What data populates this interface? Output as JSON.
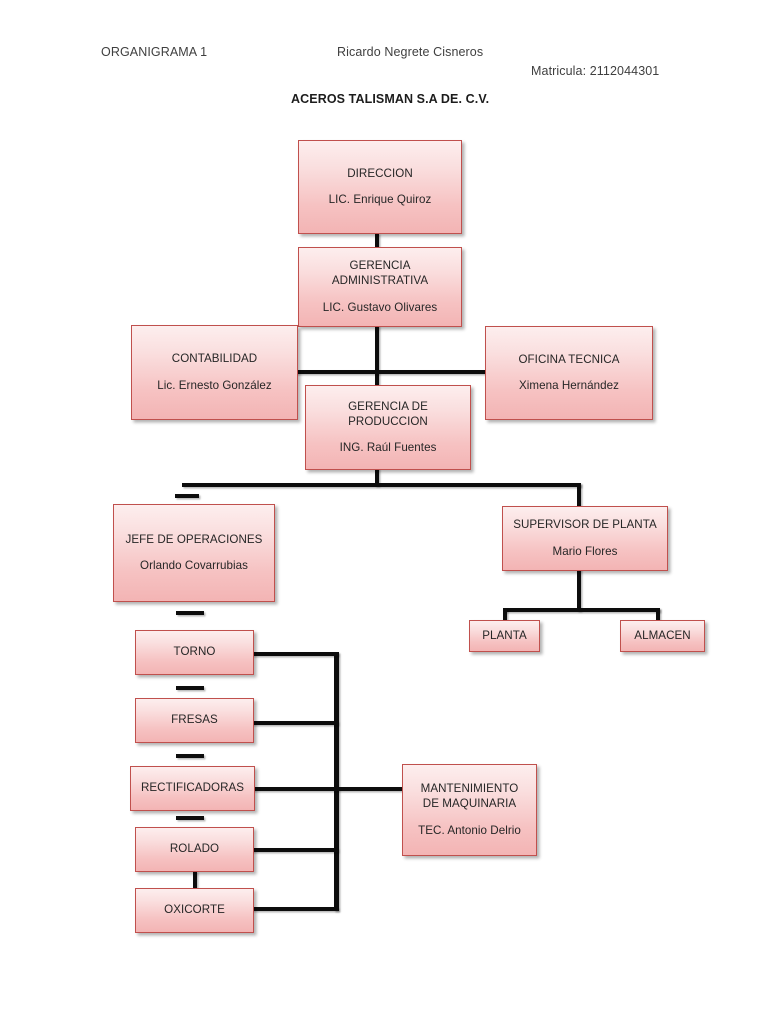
{
  "document": {
    "header": {
      "label_left": "ORGANIGRAMA 1",
      "author": "Ricardo Negrete Cisneros",
      "matricula": "Matricula: 2112044301",
      "company_title": "ACEROS TALISMAN S.A DE. C.V."
    },
    "theme": {
      "box_border": "#c0504d",
      "box_fill_top": "#fdeeee",
      "box_fill_bottom": "#f3b4b4",
      "line_color": "#0d0d0d",
      "page_background": "#ffffff",
      "text_color": "#262626"
    }
  },
  "chart_data": {
    "type": "diagram",
    "title": "ACEROS TALISMAN S.A DE. C.V.",
    "subtype": "organizational-chart",
    "nodes": [
      {
        "id": "direccion",
        "title": "DIRECCION",
        "person": "LIC. Enrique Quiroz"
      },
      {
        "id": "gerencia-admin",
        "title_line1": "GERENCIA",
        "title_line2": "ADMINISTRATIVA",
        "person": "LIC. Gustavo Olivares"
      },
      {
        "id": "contabilidad",
        "title": "CONTABILIDAD",
        "person": "Lic. Ernesto González"
      },
      {
        "id": "oficina-tecnica",
        "title": "OFICINA TECNICA",
        "person": "Ximena Hernández"
      },
      {
        "id": "gerencia-prod",
        "title_line1": "GERENCIA DE",
        "title_line2": "PRODUCCION",
        "person": "ING. Raúl Fuentes"
      },
      {
        "id": "jefe-operaciones",
        "title": "JEFE DE OPERACIONES",
        "person": "Orlando Covarrubias"
      },
      {
        "id": "supervisor-planta",
        "title": "SUPERVISOR DE PLANTA",
        "person": "Mario Flores"
      },
      {
        "id": "planta",
        "title": "PLANTA",
        "person": ""
      },
      {
        "id": "almacen",
        "title": "ALMACEN",
        "person": ""
      },
      {
        "id": "torno",
        "title": "TORNO",
        "person": ""
      },
      {
        "id": "fresas",
        "title": "FRESAS",
        "person": ""
      },
      {
        "id": "rectificadoras",
        "title": "RECTIFICADORAS",
        "person": ""
      },
      {
        "id": "rolado",
        "title": "ROLADO",
        "person": ""
      },
      {
        "id": "oxicorte",
        "title": "OXICORTE",
        "person": ""
      },
      {
        "id": "mantenimiento",
        "title_line1": "MANTENIMIENTO",
        "title_line2": "DE MAQUINARIA",
        "person": "TEC. Antonio Delrio"
      }
    ],
    "edges": [
      {
        "from": "direccion",
        "to": "gerencia-admin"
      },
      {
        "from": "gerencia-admin",
        "to": "gerencia-prod"
      },
      {
        "from": "gerencia-admin",
        "to": "contabilidad"
      },
      {
        "from": "gerencia-admin",
        "to": "oficina-tecnica"
      },
      {
        "from": "gerencia-prod",
        "to": "jefe-operaciones"
      },
      {
        "from": "gerencia-prod",
        "to": "supervisor-planta"
      },
      {
        "from": "supervisor-planta",
        "to": "planta"
      },
      {
        "from": "supervisor-planta",
        "to": "almacen"
      },
      {
        "from": "jefe-operaciones",
        "to": "torno"
      },
      {
        "from": "torno",
        "to": "fresas"
      },
      {
        "from": "fresas",
        "to": "rectificadoras"
      },
      {
        "from": "rectificadoras",
        "to": "rolado"
      },
      {
        "from": "rolado",
        "to": "oxicorte"
      },
      {
        "from": "torno",
        "to": "mantenimiento"
      },
      {
        "from": "fresas",
        "to": "mantenimiento"
      },
      {
        "from": "rectificadoras",
        "to": "mantenimiento"
      },
      {
        "from": "rolado",
        "to": "mantenimiento"
      },
      {
        "from": "oxicorte",
        "to": "mantenimiento"
      }
    ]
  }
}
